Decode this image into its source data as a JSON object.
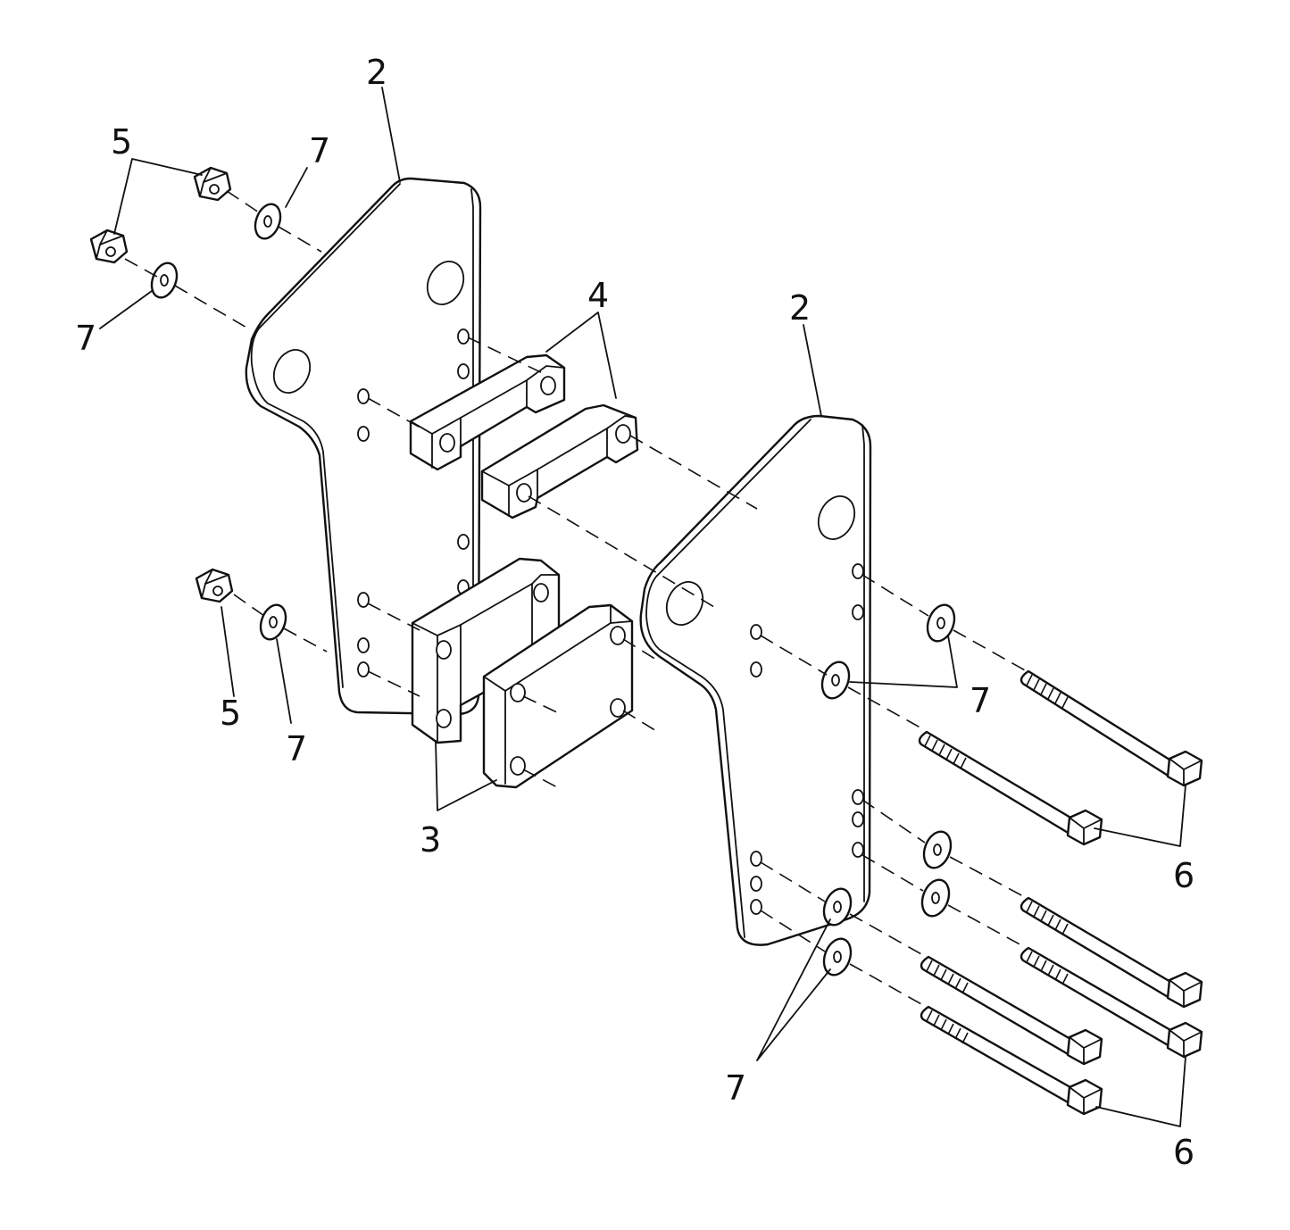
{
  "figure": {
    "type": "exploded-parts-diagram",
    "callouts": {
      "plate_left": "2",
      "plate_right": "2",
      "block_lower": "3",
      "spacer_upper": "4",
      "nut_upper_a": "5",
      "nut_lower": "5",
      "bolts_upper": "6",
      "bolts_lower": "6",
      "washer_upper_a": "7",
      "washer_upper_b": "7",
      "washer_lower_left": "7",
      "washer_right_mid": "7",
      "washer_right_low": "7"
    },
    "line_color": "#111111",
    "background": "#ffffff"
  }
}
